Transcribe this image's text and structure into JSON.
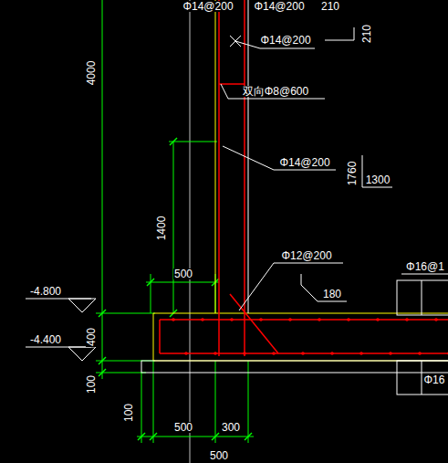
{
  "diagram": {
    "labels": [
      "Φ14@200",
      "Φ14@200",
      "210",
      "Φ14@200",
      "210",
      "双向Φ8@600",
      "4000",
      "Φ14@200",
      "1760",
      "1300",
      "1400",
      "Φ12@200",
      "500",
      "Φ16@1",
      "-4.800",
      "180",
      "-4.400",
      "400",
      "100",
      "Φ16",
      "100",
      "500",
      "300",
      "500"
    ]
  }
}
